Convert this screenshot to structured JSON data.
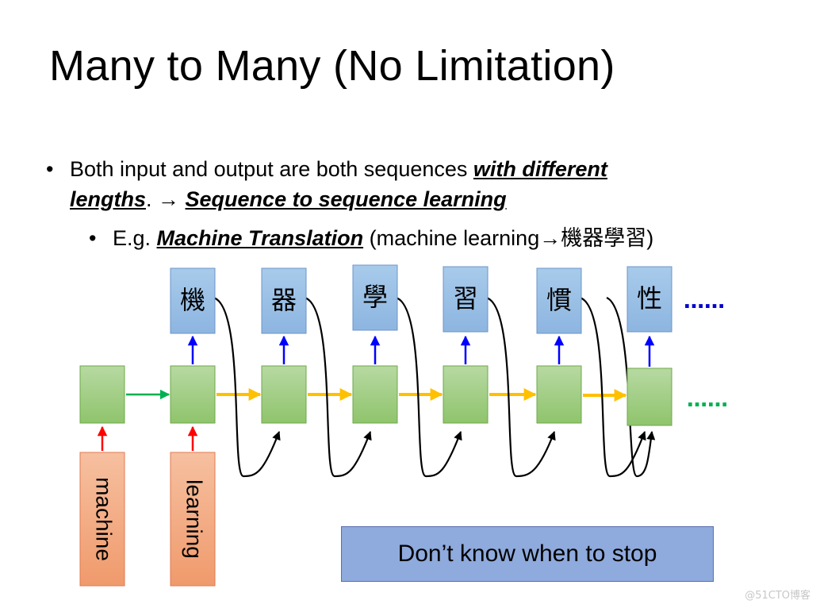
{
  "title": "Many to Many (No Limitation)",
  "bullet1": {
    "part1": "Both input and output are both sequences ",
    "emph1": "with different",
    "emph1b": "lengths",
    "part2": ". → ",
    "emph2": "Sequence to sequence learning"
  },
  "bullet2": {
    "prefix": "E.g. ",
    "emph": "Machine Translation",
    "suffix": " (machine learning→機器學習)"
  },
  "inputs": [
    "machine",
    "learning"
  ],
  "outputs": [
    "機",
    "器",
    "學",
    "習",
    "慣",
    "性"
  ],
  "output_ellipsis": "……",
  "hidden_ellipsis": "……",
  "stop_label": "Don’t know when to stop",
  "watermark": "@51CTO博客",
  "colors": {
    "output_box": "#9dc3e6",
    "hidden_box": "#a9d18e",
    "input_box": "#f4b183",
    "stop_box": "#8faadc",
    "arrow_input": "#ff0000",
    "arrow_output": "#0000ff",
    "arrow_first_hidden": "#00b050",
    "arrow_hidden": "#ffc000",
    "ellipsis_output": "#0000cc",
    "ellipsis_hidden": "#00b050"
  }
}
